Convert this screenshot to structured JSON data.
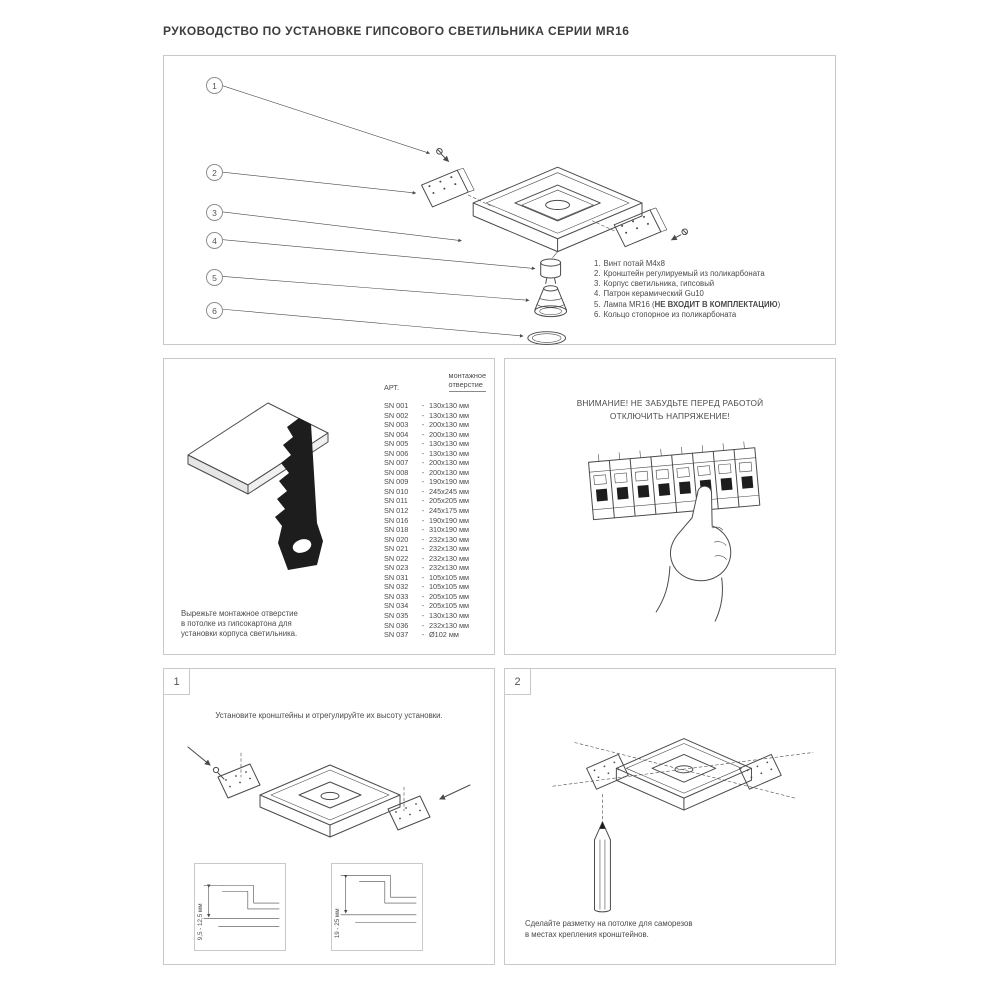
{
  "page": {
    "title": "РУКОВОДСТВО ПО УСТАНОВКЕ ГИПСОВОГО СВЕТИЛЬНИКА СЕРИИ MR16"
  },
  "colors": {
    "ink": "#4a4a4a",
    "line_black": "#1d1d1d",
    "panel_border": "#c9c9c9",
    "text": "#3d3d3d",
    "background": "#ffffff"
  },
  "overview": {
    "callouts": [
      "1",
      "2",
      "3",
      "4",
      "5",
      "6"
    ],
    "parts": [
      {
        "num": "1.",
        "pre": "Винт потай M4x8",
        "bold": "",
        "post": ""
      },
      {
        "num": "2.",
        "pre": "Кронштейн регулируемый из поликарбоната",
        "bold": "",
        "post": ""
      },
      {
        "num": "3.",
        "pre": "Корпус светильника, гипсовый",
        "bold": "",
        "post": ""
      },
      {
        "num": "4.",
        "pre": "Патрон керамический Gu10",
        "bold": "",
        "post": ""
      },
      {
        "num": "5.",
        "pre": "Лампа MR16 (",
        "bold": "НЕ ВХОДИТ В КОМПЛЕКТАЦИЮ",
        "post": ")"
      },
      {
        "num": "6.",
        "pre": "Кольцо стопорное из поликарбоната",
        "bold": "",
        "post": ""
      }
    ]
  },
  "cutout": {
    "caption": "Вырежьте монтажное отверстие\nв потолке из гипсокартона для\nустановки корпуса светильника.",
    "table": {
      "col1": "АРТ.",
      "col2a": "монтажное",
      "col2b": "отверстие",
      "rows": [
        {
          "art": "SN 001",
          "sep": "-",
          "size": "130x130 мм"
        },
        {
          "art": "SN 002",
          "sep": "-",
          "size": "130x130 мм"
        },
        {
          "art": "SN 003",
          "sep": "-",
          "size": "200x130 мм"
        },
        {
          "art": "SN 004",
          "sep": "-",
          "size": "200x130 мм"
        },
        {
          "art": "SN 005",
          "sep": "-",
          "size": "130x130 мм"
        },
        {
          "art": "SN 006",
          "sep": "-",
          "size": "130x130 мм"
        },
        {
          "art": "SN 007",
          "sep": "-",
          "size": "200x130 мм"
        },
        {
          "art": "SN 008",
          "sep": "-",
          "size": "200x130 мм"
        },
        {
          "art": "SN 009",
          "sep": "-",
          "size": "190x190 мм"
        },
        {
          "art": "SN 010",
          "sep": "-",
          "size": "245x245 мм"
        },
        {
          "art": "SN 011",
          "sep": "-",
          "size": "205x205 мм"
        },
        {
          "art": "SN 012",
          "sep": "-",
          "size": "245x175 мм"
        },
        {
          "art": "SN 016",
          "sep": "-",
          "size": "190x190 мм"
        },
        {
          "art": "SN 018",
          "sep": "-",
          "size": "310x190 мм"
        },
        {
          "art": "SN 020",
          "sep": "-",
          "size": "232x130 мм"
        },
        {
          "art": "SN 021",
          "sep": "-",
          "size": "232x130 мм"
        },
        {
          "art": "SN 022",
          "sep": "-",
          "size": "232x130 мм"
        },
        {
          "art": "SN 023",
          "sep": "-",
          "size": "232x130 мм"
        },
        {
          "art": "SN 031",
          "sep": "-",
          "size": "105x105 мм"
        },
        {
          "art": "SN 032",
          "sep": "-",
          "size": "105x105 мм"
        },
        {
          "art": "SN 033",
          "sep": "-",
          "size": "205x105 мм"
        },
        {
          "art": "SN 034",
          "sep": "-",
          "size": "205x105 мм"
        },
        {
          "art": "SN 035",
          "sep": "-",
          "size": "130x130 мм"
        },
        {
          "art": "SN 036",
          "sep": "-",
          "size": "232x130 мм"
        },
        {
          "art": "SN 037",
          "sep": "-",
          "size": "Ø102 мм"
        }
      ]
    }
  },
  "warning": {
    "text": "ВНИМАНИЕ! НЕ ЗАБУДЬТЕ ПЕРЕД РАБОТОЙ\nОТКЛЮЧИТЬ НАПРЯЖЕНИЕ!"
  },
  "step1": {
    "number": "1",
    "instruction": "Установите кронштейны и отрегулируйте их высоту установки.",
    "dim_a": "9,5 - 12,5 мм",
    "dim_b": "19 - 25 мм"
  },
  "step2": {
    "number": "2",
    "caption": "Сделайте разметку на потолке для саморезов\nв местах крепления кронштейнов."
  }
}
